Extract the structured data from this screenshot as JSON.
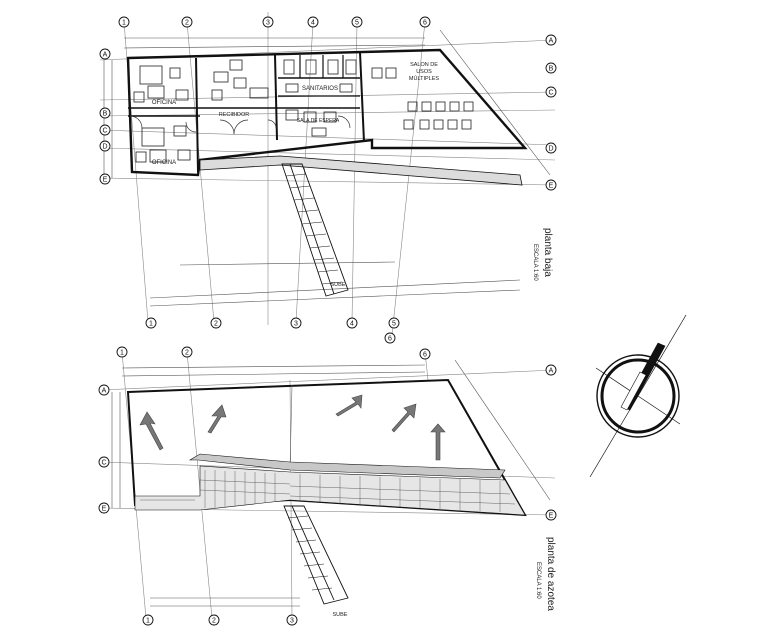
{
  "upper_plan": {
    "title": "planta baja",
    "scale": "ESCALA 1:60",
    "rooms": {
      "office_a": "OFICINA",
      "office_b": "OFICINA",
      "reception": "RECIBIDOR",
      "restrooms": "SANITARIOS",
      "waiting": "SALA DE ESPERA",
      "multipurpose_1": "SALON DE",
      "multipurpose_2": "USOS",
      "multipurpose_3": "MÚLTIPLES"
    },
    "stair_label": "SUBE"
  },
  "lower_plan": {
    "title": "planta de azotea",
    "scale": "ESCALA 1:60",
    "stair_label": "SUBE"
  },
  "grid_labels": {
    "top": [
      "1",
      "2",
      "3",
      "4",
      "5",
      "6"
    ],
    "upper_right": [
      "A",
      "B",
      "C",
      "D",
      "E"
    ],
    "upper_left": [
      "A",
      "B",
      "C",
      "D",
      "E"
    ],
    "upper_bottom": [
      "1",
      "2",
      "3",
      "4",
      "5",
      "6"
    ],
    "lower_top": [
      "1",
      "2",
      "6"
    ],
    "lower_right": [
      "A",
      "E"
    ],
    "lower_left": [
      "A",
      "C",
      "E"
    ],
    "lower_bottom": [
      "1",
      "2",
      "3"
    ]
  }
}
